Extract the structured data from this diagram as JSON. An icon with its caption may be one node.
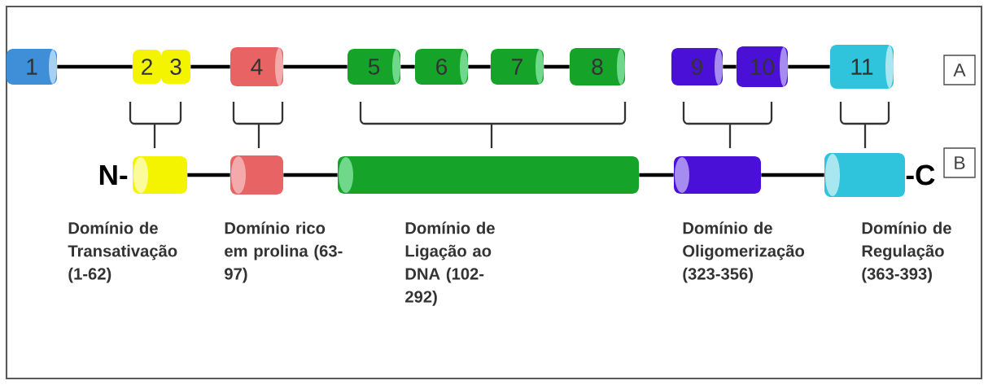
{
  "diagram": {
    "nodes": [
      {
        "text": [
          "1"
        ]
      },
      {
        "text": [
          "2"
        ]
      },
      {
        "text": [
          "3"
        ]
      },
      {
        "text": [
          "4"
        ]
      },
      {
        "text": [
          "5"
        ]
      },
      {
        "text": [
          "6"
        ]
      },
      {
        "text": [
          "7"
        ]
      },
      {
        "text": [
          "8"
        ]
      },
      {
        "text": [
          "9"
        ]
      },
      {
        "text": [
          "10"
        ]
      },
      {
        "text": [
          "11"
        ]
      },
      {
        "text": [],
        "shape": "cylinder",
        "beside": [
          "Domínio de Transativação (1-62)"
        ]
      },
      {
        "text": [],
        "shape": "cylinder",
        "beside": [
          "Domínio rico em prolina (63-97)"
        ]
      },
      {
        "text": [],
        "shape": "cylinder",
        "beside": [
          "Domínio de Ligação ao DNA (102-292)"
        ]
      },
      {
        "text": [],
        "shape": "cylinder",
        "beside": [
          "Domínio de Oligomerização (323-356)"
        ]
      },
      {
        "text": [],
        "shape": "cylinder",
        "beside": [
          "Domínio de Regulação (363-393)"
        ]
      },
      {
        "text": [
          "A"
        ]
      },
      {
        "text": [
          "B"
        ]
      }
    ],
    "edges": [
      {
        "from": 0,
        "to": 1,
        "arrow": "none"
      },
      {
        "from": 2,
        "to": 3,
        "arrow": "none"
      },
      {
        "from": 3,
        "to": 4,
        "arrow": "none"
      },
      {
        "from": 4,
        "to": 5,
        "arrow": "none"
      },
      {
        "from": 5,
        "to": 6,
        "arrow": "none"
      },
      {
        "from": 6,
        "to": 7,
        "arrow": "none"
      },
      {
        "from": 8,
        "to": 9,
        "arrow": "none"
      },
      {
        "from": 9,
        "to": 10,
        "arrow": "none"
      },
      {
        "from": 11,
        "to": 12,
        "arrow": "none"
      },
      {
        "from": 12,
        "to": 13,
        "arrow": "none"
      },
      {
        "from": 13,
        "to": 14,
        "arrow": "none"
      },
      {
        "from": 14,
        "to": 15,
        "arrow": "none"
      }
    ],
    "labels": [
      "N-",
      "-C"
    ]
  }
}
